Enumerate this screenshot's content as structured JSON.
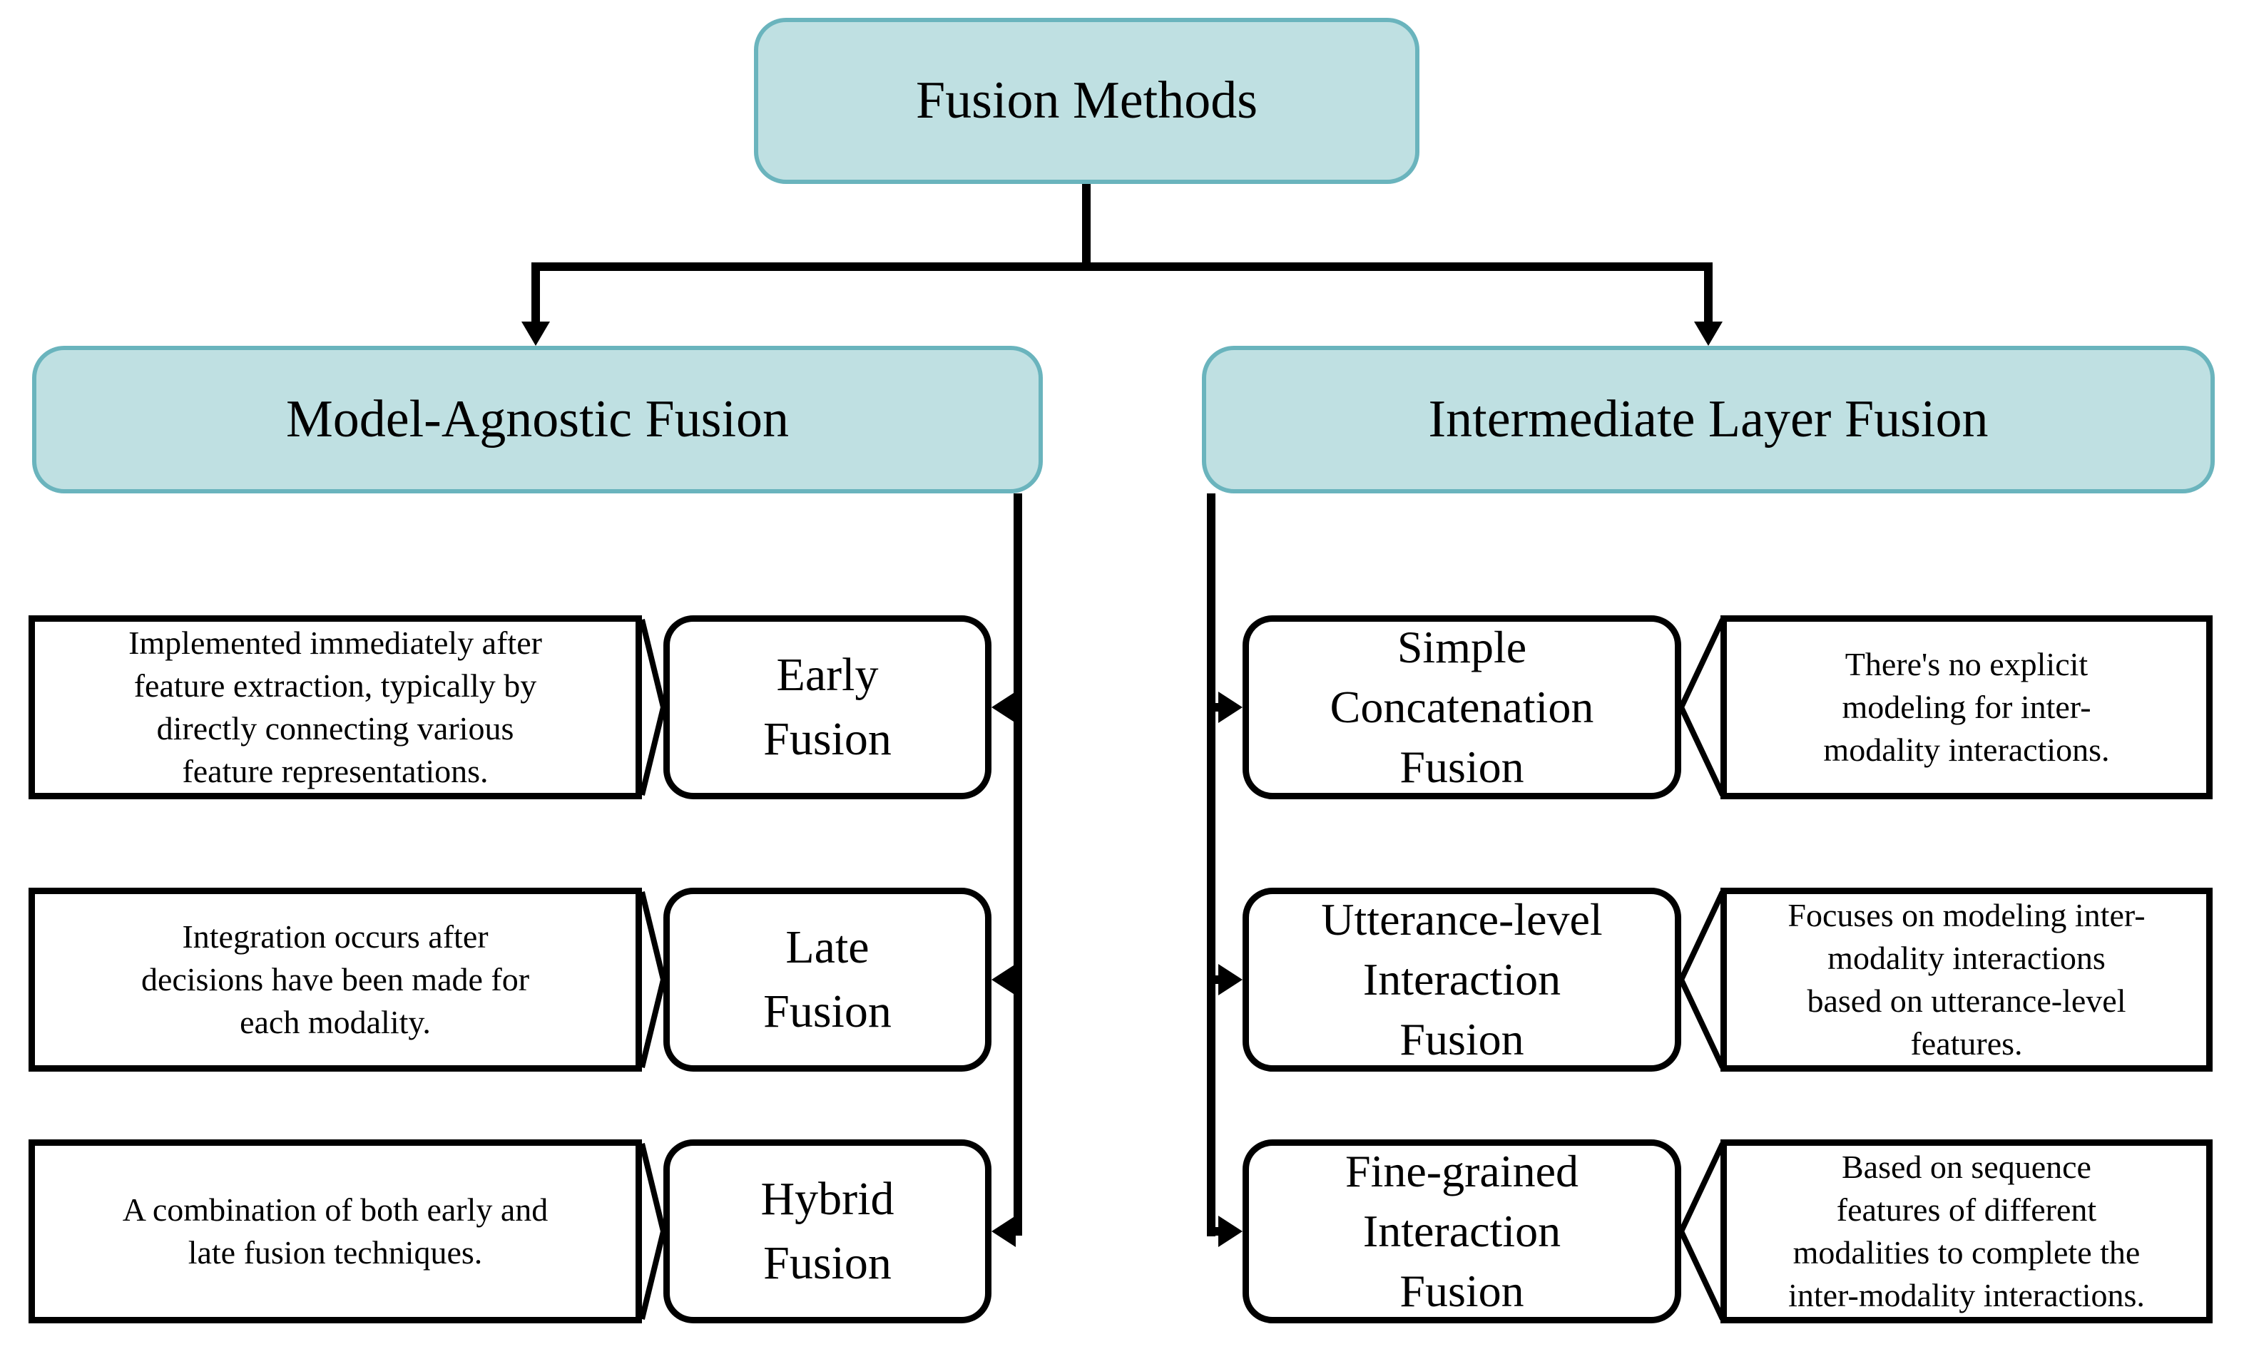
{
  "diagram_title": "Fusion Methods",
  "colors": {
    "node_fill": "#bfe0e2",
    "node_border": "#6ab4bd",
    "connector": "#000000",
    "desc_fill": "#ffffff",
    "desc_border": "#000000",
    "text": "#000000"
  },
  "root": {
    "label": "Fusion Methods"
  },
  "branches": {
    "left": {
      "label": "Model-Agnostic Fusion",
      "children": [
        {
          "label": "Early\nFusion",
          "description": "Implemented immediately after\nfeature extraction, typically by\ndirectly connecting various\nfeature representations."
        },
        {
          "label": "Late\nFusion",
          "description": "Integration occurs after\ndecisions have been made for\neach modality."
        },
        {
          "label": "Hybrid\nFusion",
          "description": "A combination of both early and\nlate fusion techniques."
        }
      ]
    },
    "right": {
      "label": "Intermediate Layer Fusion",
      "children": [
        {
          "label": "Simple\nConcatenation\nFusion",
          "description": "There's no explicit\nmodeling for inter-\nmodality interactions."
        },
        {
          "label": "Utterance-level\nInteraction\nFusion",
          "description": "Focuses on modeling inter-\nmodality interactions\nbased on utterance-level\nfeatures."
        },
        {
          "label": "Fine-grained\nInteraction\nFusion",
          "description": "Based on sequence\nfeatures of different\nmodalities to complete the\ninter-modality interactions."
        }
      ]
    }
  }
}
